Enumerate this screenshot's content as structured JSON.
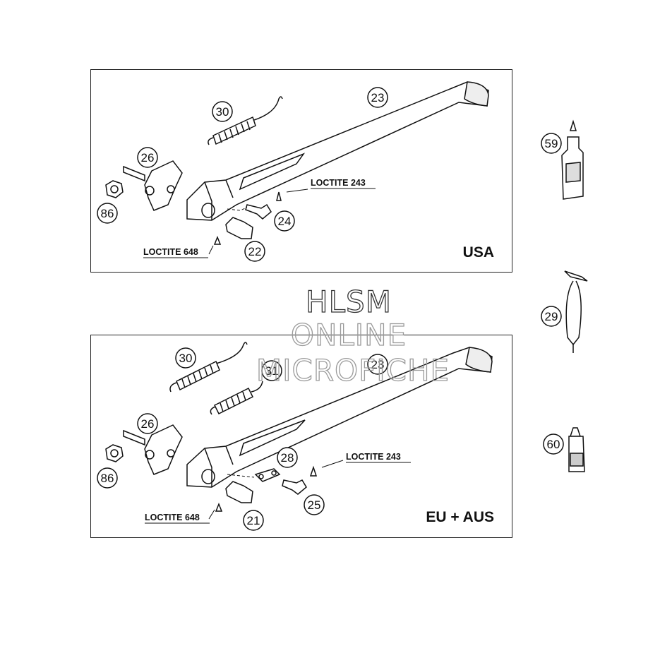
{
  "panels": {
    "usa": {
      "region_label": "USA",
      "callouts": [
        "30",
        "23",
        "26",
        "86",
        "24",
        "22"
      ],
      "loctite_labels": [
        "LOCTITE 243",
        "LOCTITE 648"
      ]
    },
    "eu": {
      "region_label": "EU + AUS",
      "callouts": [
        "30",
        "31",
        "23",
        "26",
        "86",
        "28",
        "25",
        "21"
      ],
      "loctite_labels": [
        "LOCTITE 243",
        "LOCTITE 648"
      ]
    }
  },
  "side_items": {
    "callouts": [
      "59",
      "29",
      "60"
    ]
  },
  "watermark": {
    "line1": "HLSM",
    "line2": "ONLINE",
    "line3": "MICROFICHE"
  }
}
